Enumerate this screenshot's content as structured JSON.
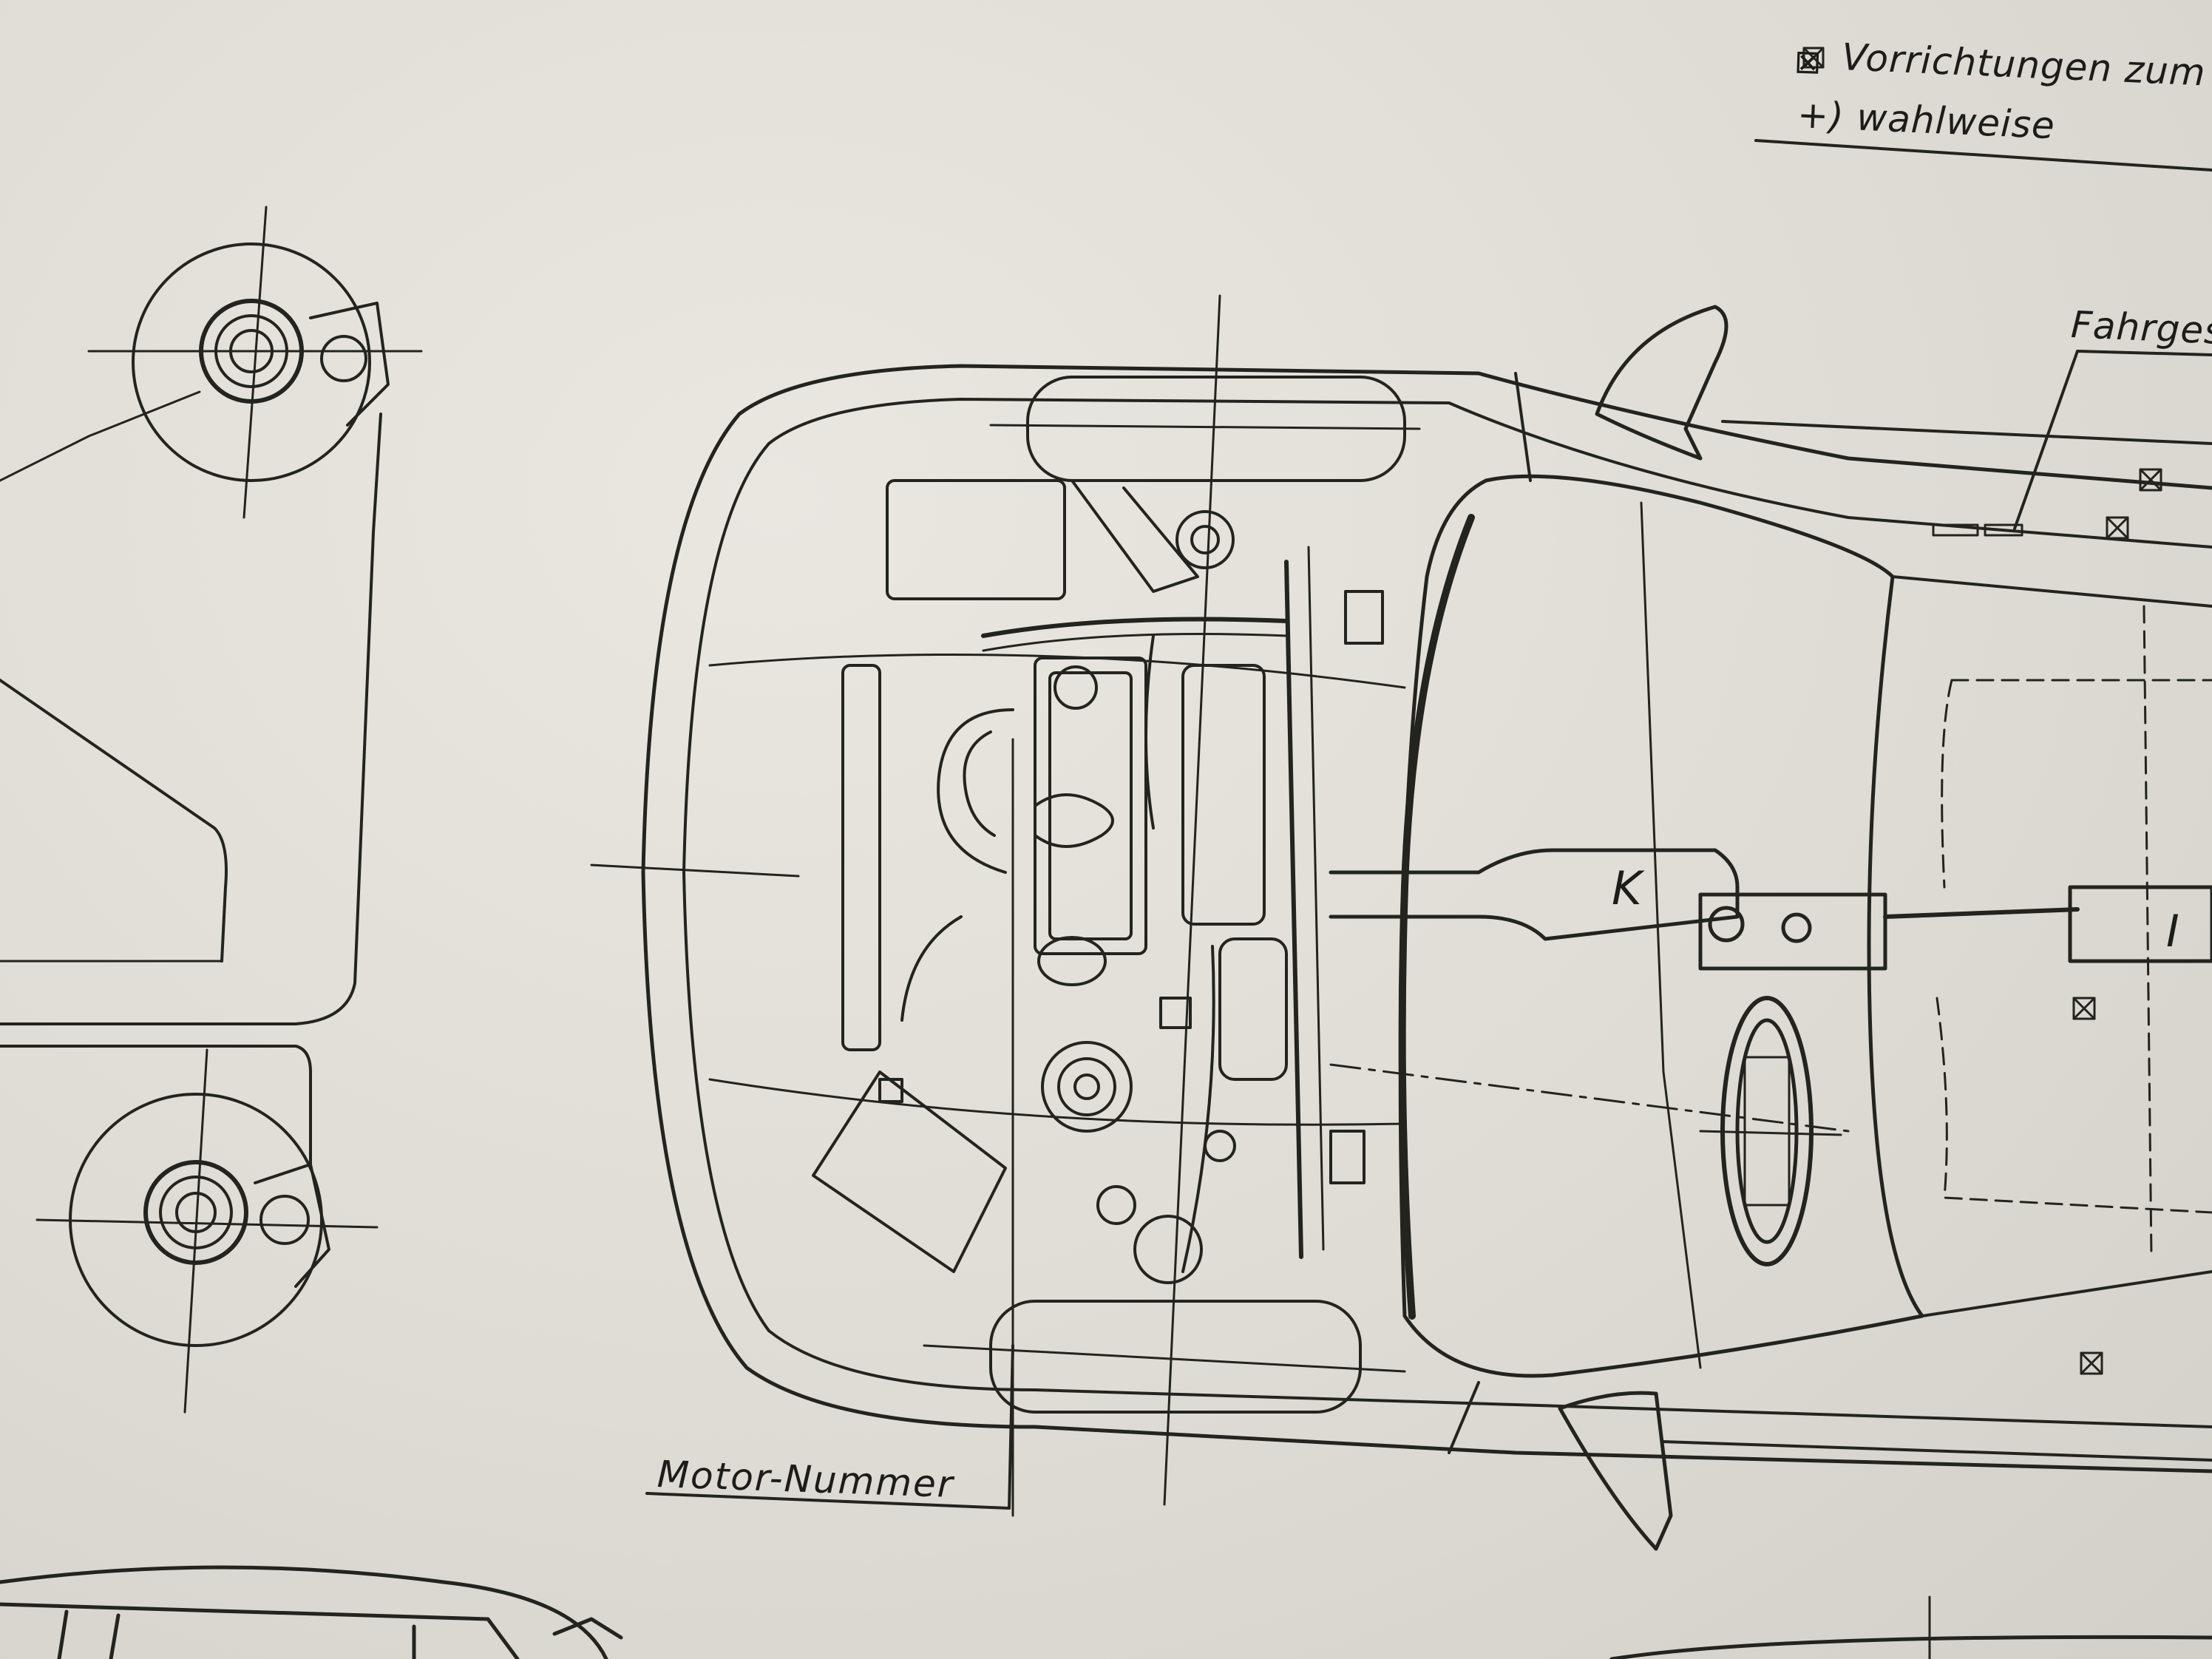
{
  "labels": {
    "legend_line_1": "Vorrichtungen zum",
    "legend_line_2": "+) wahlweise",
    "legend_symbol": "⊠",
    "fahrgestell": "Fahrges",
    "motor_nummer": "Motor-Nummer",
    "marker_k": "K",
    "marker_i": "I"
  },
  "colors": {
    "paper": "#dedcd4",
    "ink": "#23231f"
  }
}
